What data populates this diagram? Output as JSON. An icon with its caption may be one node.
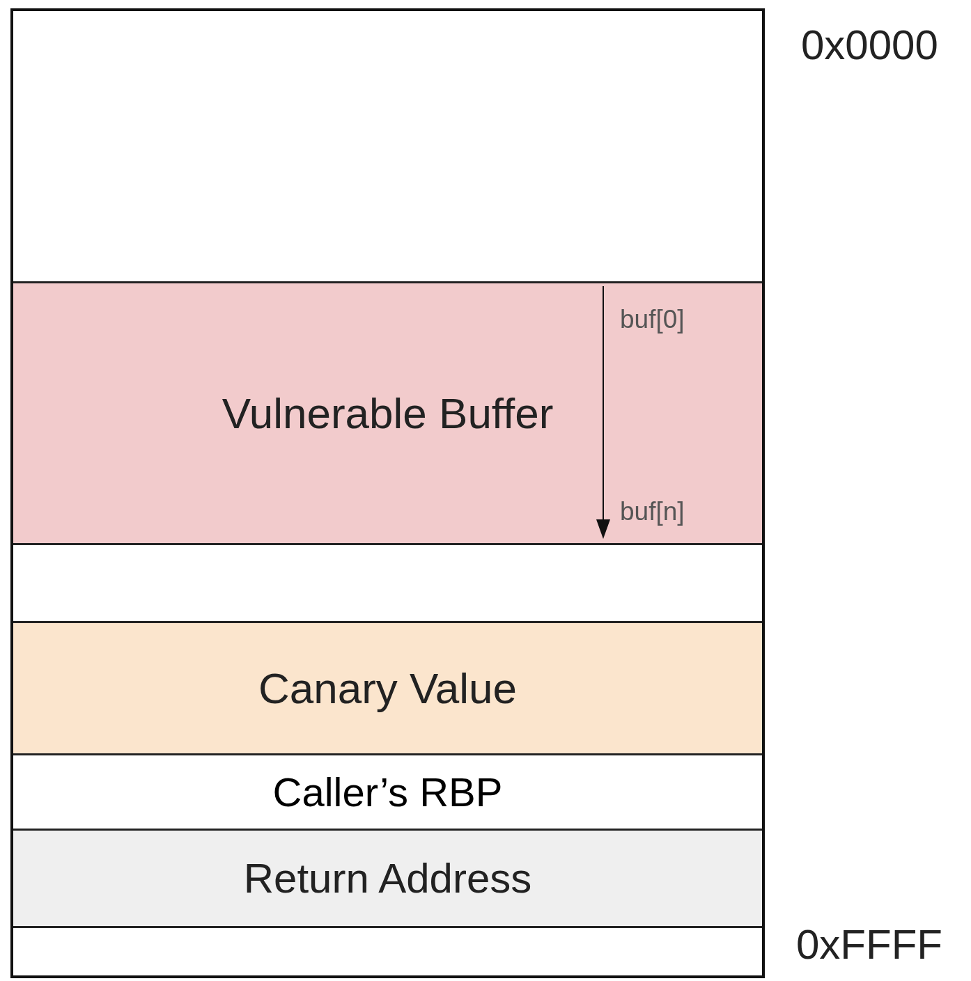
{
  "diagram": {
    "nodes": [
      {
        "text": [],
        "shape": "box"
      },
      {
        "text": [],
        "shape": "box",
        "in": 0
      },
      {
        "text": [
          "Vulnerable Buffer"
        ],
        "in": 0
      },
      {
        "text": [],
        "shape": "box",
        "in": 0
      },
      {
        "text": [
          "Canary Value"
        ],
        "in": 0
      },
      {
        "text": [
          "Caller’s RBP"
        ],
        "in": 0
      },
      {
        "text": [
          "Return Address"
        ],
        "in": 0
      },
      {
        "text": [],
        "shape": "box",
        "in": 0
      }
    ],
    "labels": [
      "0x0000",
      "buf[0]",
      "buf[n]",
      "0xFFFF"
    ]
  }
}
